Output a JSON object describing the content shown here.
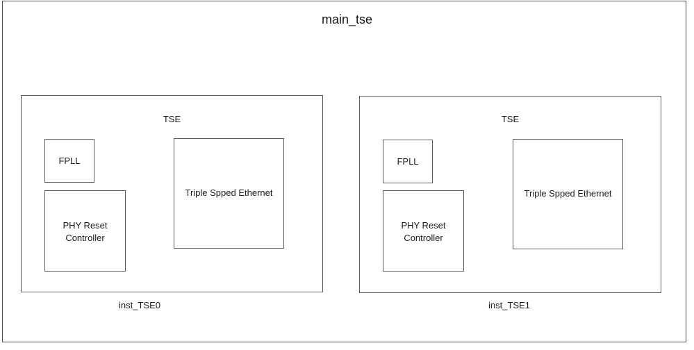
{
  "title": "main_tse",
  "instances": [
    {
      "name": "inst_TSE0",
      "label": "TSE",
      "blocks": {
        "fpll": "FPLL",
        "phy_line1": "PHY Reset",
        "phy_line2": "Controller",
        "tse_core": "Triple Spped Ethernet"
      }
    },
    {
      "name": "inst_TSE1",
      "label": "TSE",
      "blocks": {
        "fpll": "FPLL",
        "phy_line1": "PHY Reset",
        "phy_line2": "Controller",
        "tse_core": "Triple Spped Ethernet"
      }
    }
  ]
}
